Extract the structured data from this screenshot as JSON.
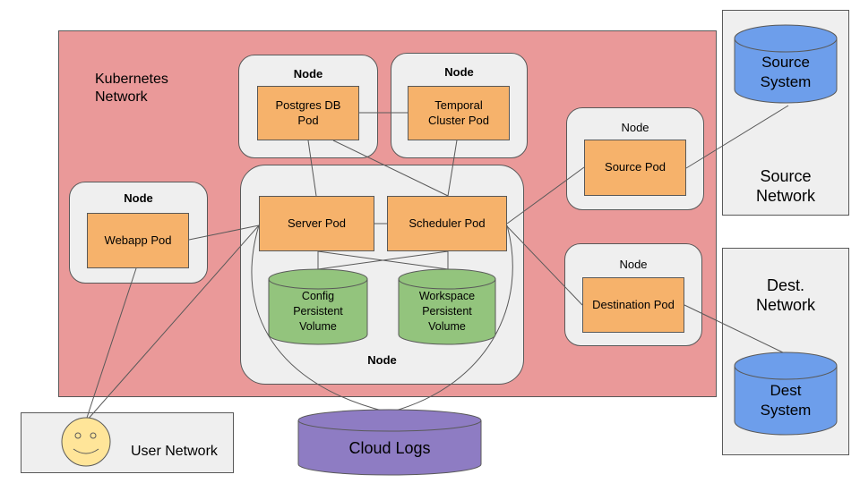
{
  "kubernetes_network": {
    "label_line1": "Kubernetes",
    "label_line2": "Network"
  },
  "source_network": {
    "label_line1": "Source",
    "label_line2": "Network",
    "system_line1": "Source",
    "system_line2": "System"
  },
  "dest_network": {
    "label_line1": "Dest.",
    "label_line2": "Network",
    "system_line1": "Dest",
    "system_line2": "System"
  },
  "user_network": {
    "label": "User Network"
  },
  "node_label": "Node",
  "pods": {
    "postgres_line1": "Postgres DB",
    "postgres_line2": "Pod",
    "temporal_line1": "Temporal",
    "temporal_line2": "Cluster Pod",
    "server": "Server Pod",
    "scheduler": "Scheduler Pod",
    "webapp": "Webapp Pod",
    "source": "Source Pod",
    "destination": "Destination Pod"
  },
  "volumes": {
    "config_line1": "Config",
    "config_line2": "Persistent",
    "config_line3": "Volume",
    "workspace_line1": "Workspace",
    "workspace_line2": "Persistent",
    "workspace_line3": "Volume"
  },
  "cloud_logs": "Cloud Logs",
  "colors": {
    "k8s_bg": "#ea9999",
    "pod": "#f6b26b",
    "volume": "#93c47d",
    "system": "#6d9eeb",
    "logs": "#8e7cc3",
    "user": "#ffe599"
  }
}
